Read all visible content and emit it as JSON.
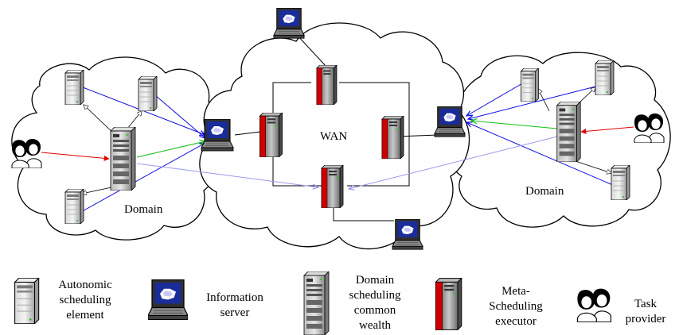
{
  "diagram": {
    "wan_label": "WAN",
    "left_domain_label": "Domain",
    "right_domain_label": "Domain"
  },
  "legend": [
    {
      "icon": "autonomic-element-icon",
      "lines": [
        "Autonomic",
        "scheduling",
        "element"
      ]
    },
    {
      "icon": "information-server-icon",
      "lines": [
        "Information",
        "server"
      ]
    },
    {
      "icon": "domain-scheduling-icon",
      "lines": [
        "Domain",
        "scheduling",
        "common",
        "wealth"
      ]
    },
    {
      "icon": "meta-scheduling-icon",
      "lines": [
        "Meta-",
        "Scheduling",
        "executor"
      ]
    },
    {
      "icon": "task-provider-icon",
      "lines": [
        "Task",
        "provider"
      ]
    }
  ],
  "colors": {
    "task_link": "#e00000",
    "information_link": "#1010e0",
    "scheduling_link": "#10c010",
    "meta_link": "#9a9aee",
    "structure_link": "#000000"
  }
}
